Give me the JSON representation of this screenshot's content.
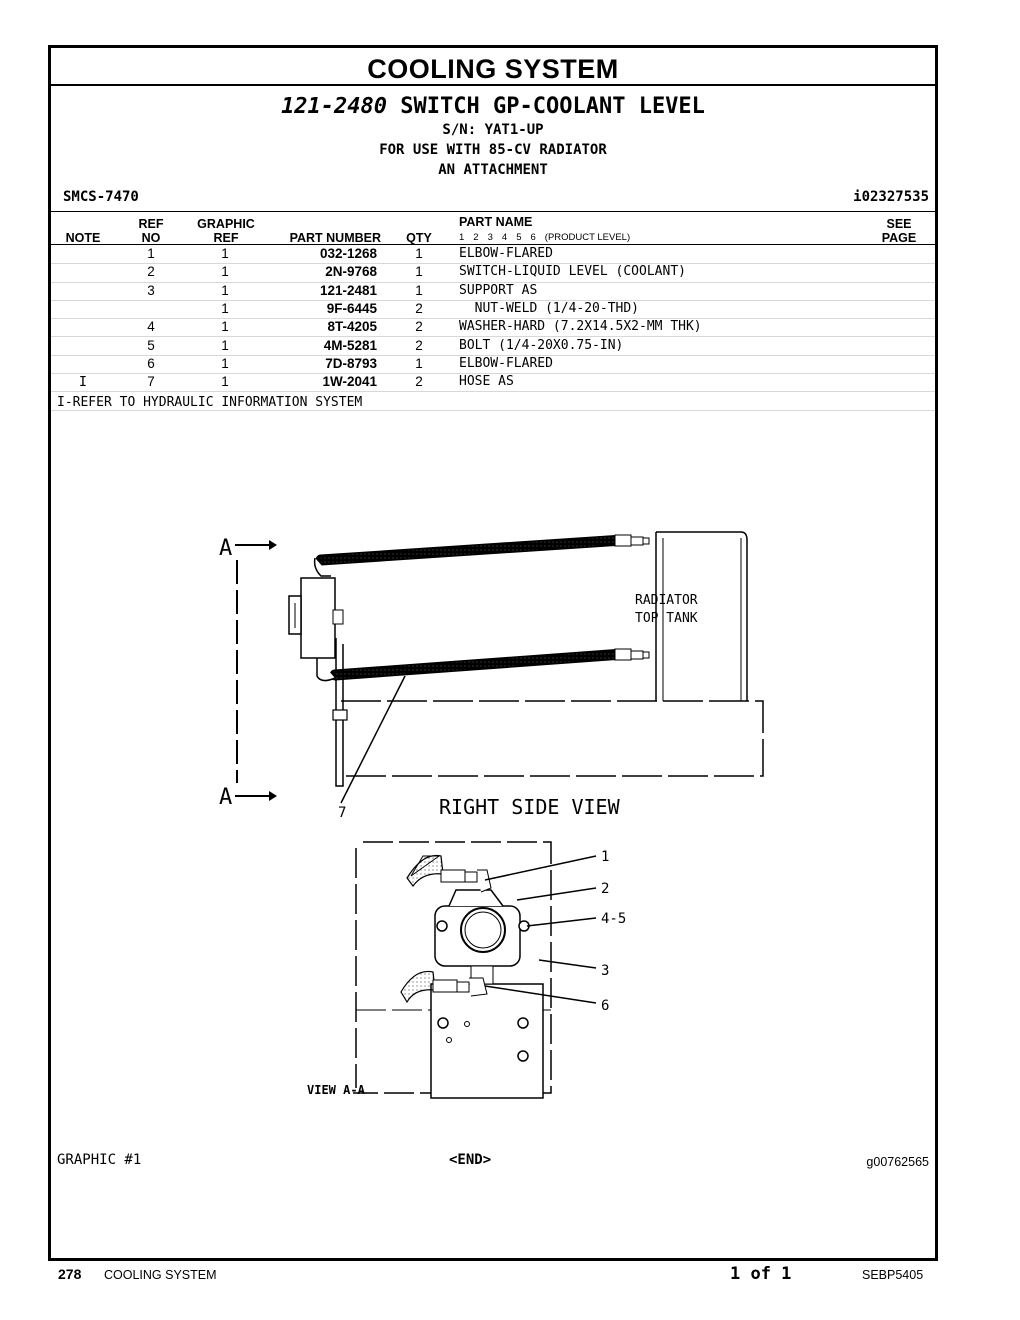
{
  "header": {
    "section_title": "COOLING SYSTEM",
    "part_group_number": "121-2480",
    "part_group_name": "SWITCH GP-COOLANT LEVEL",
    "serial": "S/N: YAT1-UP",
    "usage": "FOR USE WITH 85-CV RADIATOR",
    "attachment": "AN ATTACHMENT",
    "smcs": "SMCS-7470",
    "info_id": "i02327535"
  },
  "columns": {
    "note": "NOTE",
    "ref_top": "REF",
    "ref_bottom": "NO",
    "graphic_top": "GRAPHIC",
    "graphic_bottom": "REF",
    "part_number": "PART NUMBER",
    "qty": "QTY",
    "part_name": "PART NAME",
    "product_levels": [
      "1",
      "2",
      "3",
      "4",
      "5",
      "6"
    ],
    "product_level_label": "(PRODUCT LEVEL)",
    "see_top": "SEE",
    "see_bottom": "PAGE"
  },
  "parts": [
    {
      "note": "",
      "ref": "1",
      "graphic": "1",
      "part_number": "032-1268",
      "qty": "1",
      "name": "ELBOW-FLARED"
    },
    {
      "note": "",
      "ref": "2",
      "graphic": "1",
      "part_number": "2N-9768",
      "qty": "1",
      "name": "SWITCH-LIQUID LEVEL (COOLANT)"
    },
    {
      "note": "",
      "ref": "3",
      "graphic": "1",
      "part_number": "121-2481",
      "qty": "1",
      "name": "SUPPORT AS"
    },
    {
      "note": "",
      "ref": "",
      "graphic": "1",
      "part_number": "9F-6445",
      "qty": "2",
      "name": "  NUT-WELD (1/4-20-THD)"
    },
    {
      "note": "",
      "ref": "4",
      "graphic": "1",
      "part_number": "8T-4205",
      "qty": "2",
      "name": "WASHER-HARD (7.2X14.5X2-MM THK)"
    },
    {
      "note": "",
      "ref": "5",
      "graphic": "1",
      "part_number": "4M-5281",
      "qty": "2",
      "name": "BOLT (1/4-20X0.75-IN)"
    },
    {
      "note": "",
      "ref": "6",
      "graphic": "1",
      "part_number": "7D-8793",
      "qty": "1",
      "name": "ELBOW-FLARED"
    },
    {
      "note": "I",
      "ref": "7",
      "graphic": "1",
      "part_number": "1W-2041",
      "qty": "2",
      "name": "HOSE AS"
    }
  ],
  "note_text": "I-REFER TO HYDRAULIC INFORMATION SYSTEM",
  "diagram": {
    "section_marker": "A",
    "radiator_label_1": "RADIATOR",
    "radiator_label_2": "TOP TANK",
    "hose_callout": "7",
    "right_view_label": "RIGHT SIDE VIEW",
    "view_aa_label": "VIEW A-A",
    "callouts": [
      "1",
      "2",
      "4-5",
      "3",
      "6"
    ]
  },
  "graphic_tag": "GRAPHIC #1",
  "end_tag": "<END>",
  "graphic_id": "g00762565",
  "footer": {
    "page_number": "278",
    "section": "COOLING SYSTEM",
    "page_of": "1 of 1",
    "doc_id": "SEBP5405"
  }
}
